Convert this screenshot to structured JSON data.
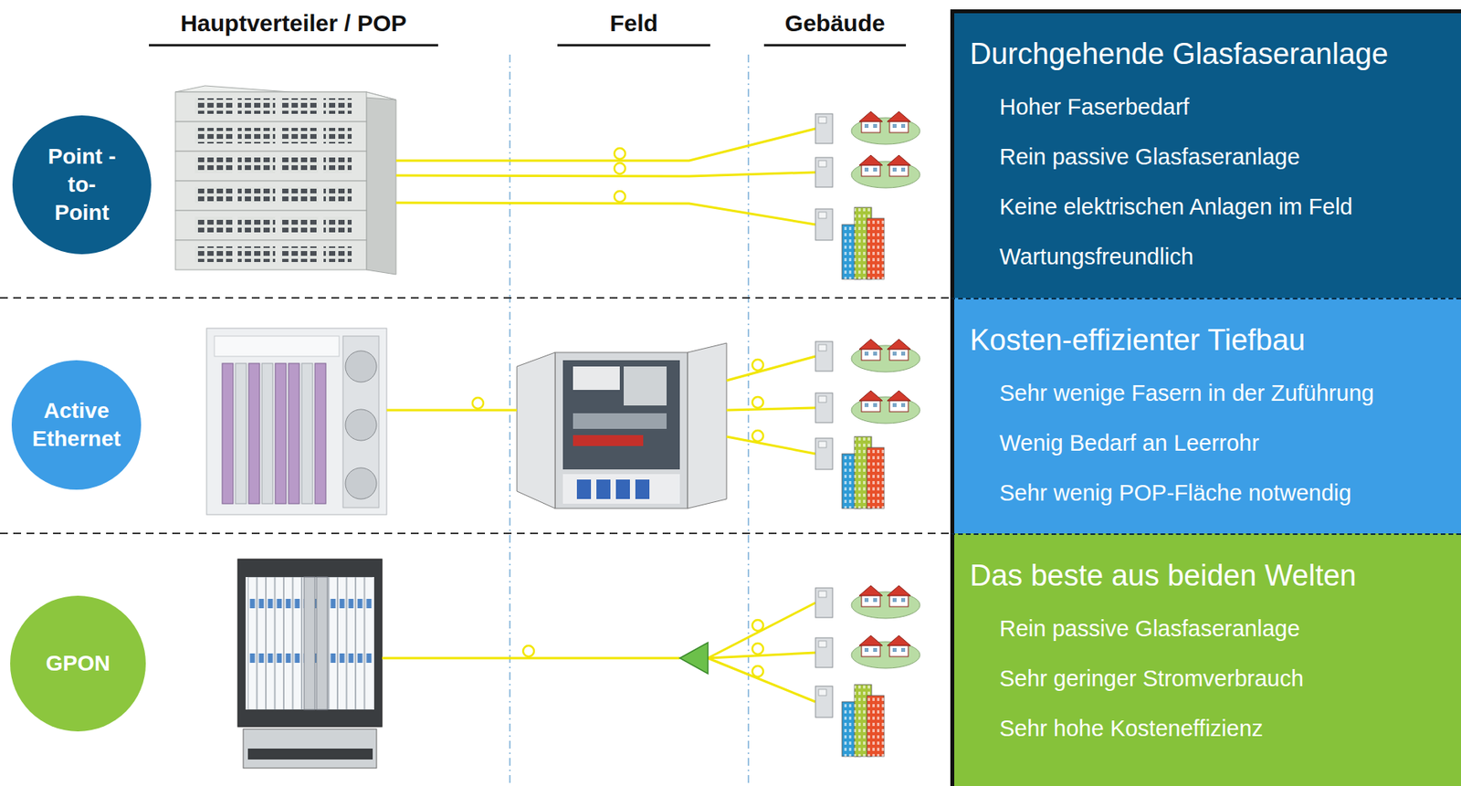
{
  "diagram": {
    "nodes": [
      {
        "text": [
          "Point -to- Point"
        ]
      },
      {
        "text": [
          "Durchgehende Glasfaseranlage",
          "Hoher Faserbedarf",
          "Rein passive Glasfaseranlage",
          "Keine elektrischen Anlagen im Feld",
          "Wartungsfreundlich"
        ]
      },
      {
        "text": [
          "Active Ethernet"
        ]
      },
      {
        "text": [
          "Kosten-effizienter Tiefbau",
          "Sehr wenige Fasern in der Zuführung",
          "Wenig Bedarf an Leerrohr",
          "Sehr wenig POP-Fläche notwendig"
        ]
      },
      {
        "text": [
          "GPON"
        ]
      },
      {
        "text": [
          "Das beste aus beiden Welten",
          "Rein passive Glasfaseranlage",
          "Sehr geringer Stromverbrauch",
          "Sehr hohe Kosteneffizienz"
        ]
      }
    ],
    "labels": [
      "Hauptverteiler / POP",
      "Feld",
      "Gebäude"
    ]
  }
}
